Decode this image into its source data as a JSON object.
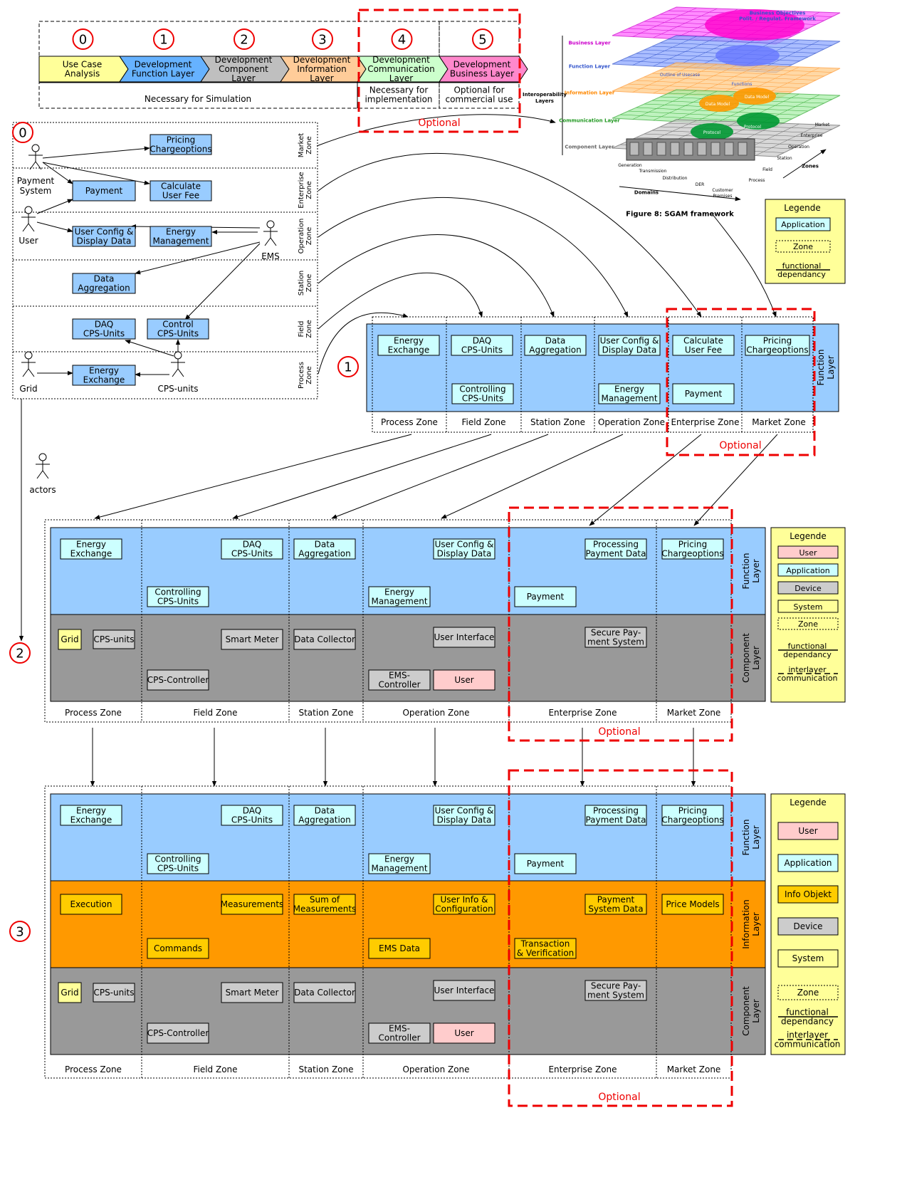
{
  "colors": {
    "application": "#99ccff",
    "application_box": "#ccffff",
    "function_band": "#99ccff",
    "component_band": "#999999",
    "information_band": "#ff9900",
    "info_objekt": "#ffcc00",
    "device": "#cccccc",
    "system": "#ffff99",
    "user": "#ffcccc",
    "legend_bg": "#ffff99",
    "optional_red": "#ee0000",
    "step0": "#ffff99",
    "step1": "#66b2ff",
    "step2": "#bfbfbf",
    "step3": "#ffcc99",
    "step4": "#ccffcc",
    "step5": "#ff88cc"
  },
  "process": {
    "steps": [
      {
        "num": "0",
        "label": "Use Case\nAnalysis"
      },
      {
        "num": "1",
        "label": "Development\nFunction Layer"
      },
      {
        "num": "2",
        "label": "Development\nComponent\nLayer"
      },
      {
        "num": "3",
        "label": "Development\nInformation\nLayer"
      },
      {
        "num": "4",
        "label": "Development\nCommunication\nLayer"
      },
      {
        "num": "5",
        "label": "Development\nBusiness Layer"
      }
    ],
    "necessary_sim": "Necessary for Simulation",
    "necessary_impl": "Necessary for\nimplementation",
    "optional_comm": "Optional for\ncommercial use",
    "optional": "Optional"
  },
  "sgam": {
    "layers": [
      "Business Layer",
      "Function Layer",
      "Information Layer",
      "Communication Layer",
      "Component Layer"
    ],
    "interop": "Interoperability\nLayers",
    "business_objectives": "Business Objectives\nPolit. / Regulat. Framework",
    "outline": "Outline of Usecase",
    "functions": "Functions",
    "data_model": "Data Model",
    "protocol": "Protocol",
    "zones": [
      "Market",
      "Enterprise",
      "Operation",
      "Station",
      "Field",
      "Process"
    ],
    "zones_title": "Zones",
    "domains": [
      "Generation",
      "Transmission",
      "Distribution",
      "DER",
      "Customer\nPremises"
    ],
    "domains_title": "Domains",
    "caption": "Figure 8: SGAM framework"
  },
  "uc": {
    "number": "0",
    "zones": [
      "Market\nZone",
      "Enterprise\nZone",
      "Operation\nZone",
      "Station\nZone",
      "Field\nZone",
      "Process\nZone"
    ],
    "actors": [
      "Payment\nSystem",
      "User",
      "EMS",
      "Grid",
      "CPS-units",
      "actors"
    ],
    "apps": [
      "Pricing\nChargeoptions",
      "Payment",
      "Calculate\nUser Fee",
      "User Config &\nDisplay Data",
      "Energy\nManagement",
      "Data\nAggregation",
      "DAQ\nCPS-Units",
      "Control\nCPS-Units",
      "Energy\nExchange"
    ]
  },
  "legend1": {
    "title": "Legende",
    "items": [
      "Application",
      "Zone",
      "functional\ndependancy"
    ]
  },
  "step1": {
    "number": "1",
    "apps": [
      "Energy\nExchange",
      "DAQ\nCPS-Units",
      "Data\nAggregation",
      "User Config &\nDisplay Data",
      "Calculate\nUser Fee",
      "Pricing\nChargeoptions",
      "Controlling\nCPS-Units",
      "Energy\nManagement",
      "Payment"
    ],
    "zones": [
      "Process Zone",
      "Field Zone",
      "Station Zone",
      "Operation Zone",
      "Enterprise Zone",
      "Market Zone"
    ],
    "layer": "Function\nLayer",
    "optional": "Optional"
  },
  "step2": {
    "number": "2",
    "apps": [
      "Energy\nExchange",
      "DAQ\nCPS-Units",
      "Data\nAggregation",
      "User Config &\nDisplay Data",
      "Processing\nPayment Data",
      "Pricing\nChargeoptions",
      "Controlling\nCPS-Units",
      "Energy\nManagement",
      "Payment"
    ],
    "components": [
      "Grid",
      "CPS-units",
      "Smart Meter",
      "Data Collector",
      "User Interface",
      "Secure Pay-\nment System",
      "CPS-Controller",
      "EMS-\nController",
      "User"
    ],
    "layers": [
      "Function\nLayer",
      "Component\nLayer"
    ],
    "zones": [
      "Process Zone",
      "Field Zone",
      "Station Zone",
      "Operation Zone",
      "Enterprise Zone",
      "Market Zone"
    ],
    "optional": "Optional"
  },
  "legend2": {
    "title": "Legende",
    "items": [
      "User",
      "Application",
      "Device",
      "System",
      "Zone",
      "functional\ndependancy",
      "interlayer\ncommunication"
    ]
  },
  "step3": {
    "number": "3",
    "apps": [
      "Energy\nExchange",
      "DAQ\nCPS-Units",
      "Data\nAggregation",
      "User Config &\nDisplay Data",
      "Processing\nPayment Data",
      "Pricing\nChargeoptions",
      "Controlling\nCPS-Units",
      "Energy\nManagement",
      "Payment"
    ],
    "info": [
      "Execution",
      "Measurements",
      "Sum of\nMeasurements",
      "User Info &\nConfiguration",
      "Payment\nSystem Data",
      "Price Models",
      "Commands",
      "EMS Data",
      "Transaction\n& Verification"
    ],
    "components": [
      "Grid",
      "CPS-units",
      "Smart Meter",
      "Data Collector",
      "User Interface",
      "Secure Pay-\nment System",
      "CPS-Controller",
      "EMS-\nController",
      "User"
    ],
    "layers": [
      "Function\nLayer",
      "Information\nLayer",
      "Component\nLayer"
    ],
    "zones": [
      "Process Zone",
      "Field Zone",
      "Station Zone",
      "Operation Zone",
      "Enterprise Zone",
      "Market Zone"
    ],
    "optional": "Optional"
  },
  "legend3": {
    "title": "Legende",
    "items": [
      "User",
      "Application",
      "Info Objekt",
      "Device",
      "System",
      "Zone",
      "functional\ndependancy",
      "interlayer\ncommunication"
    ]
  }
}
